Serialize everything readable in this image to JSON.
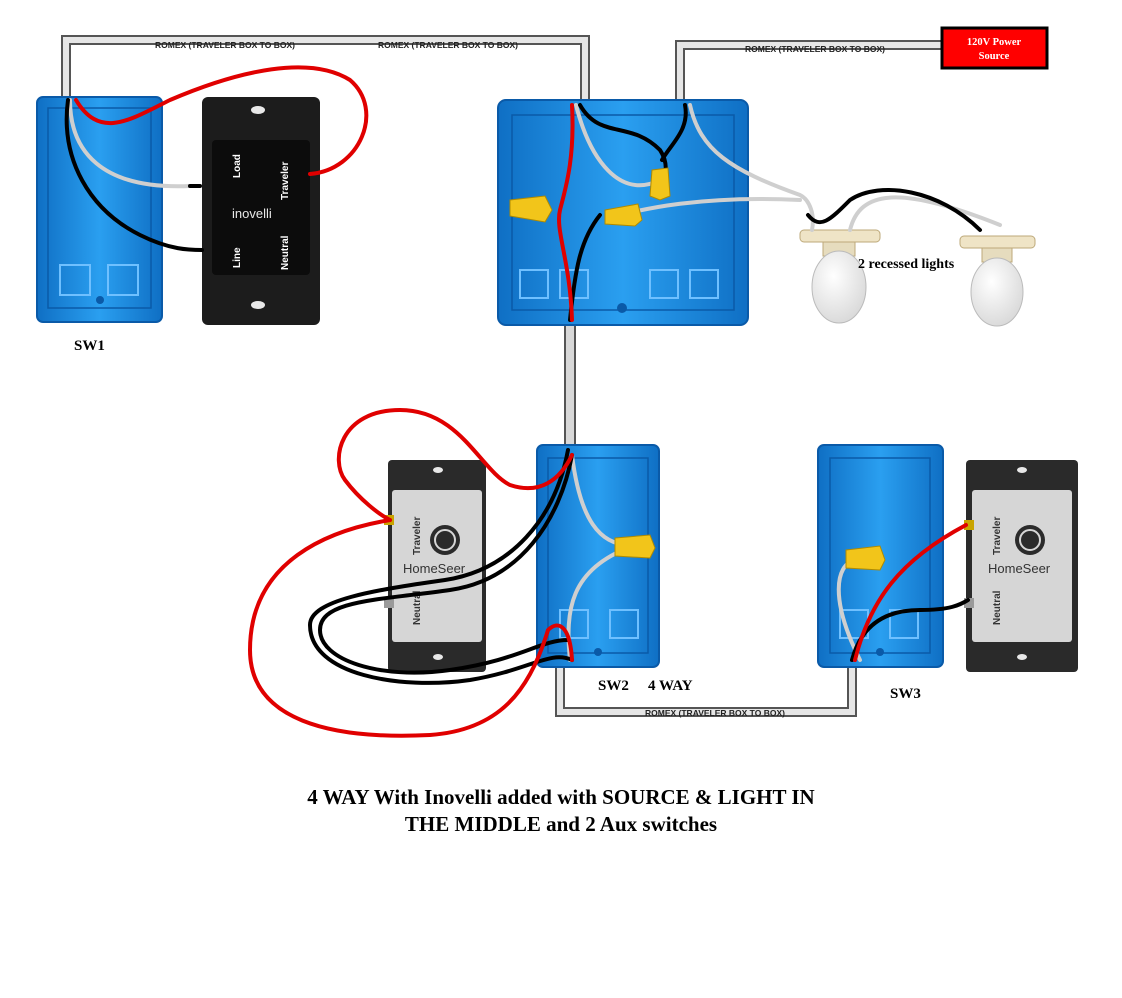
{
  "romex": {
    "top_left_1": "ROMEX (TRAVELER BOX TO BOX)",
    "top_left_2": "ROMEX (TRAVELER BOX TO BOX)",
    "top_right": "ROMEX (TRAVELER BOX TO BOX)",
    "bottom": "ROMEX (TRAVELER BOX TO BOX)"
  },
  "power_source": {
    "line1": "120V Power",
    "line2": "Source",
    "color": "#ff0000"
  },
  "switches": {
    "sw1": "SW1",
    "sw2": "SW2",
    "sw2_type": "4 WAY",
    "sw3": "SW3"
  },
  "inovelli": {
    "brand": "inovelli",
    "load": "Load",
    "traveler": "Traveler",
    "line": "Line",
    "neutral": "Neutral"
  },
  "homeseer_left": {
    "brand": "HomeSeer",
    "traveler": "Traveler",
    "neutral": "Neutral"
  },
  "homeseer_right": {
    "brand": "HomeSeer",
    "traveler": "Traveler",
    "neutral": "Neutral"
  },
  "lights_label": "2 recessed lights",
  "caption": {
    "line1": "4 WAY With Inovelli added with SOURCE & LIGHT IN",
    "line2": "THE MIDDLE and 2 Aux switches"
  },
  "colors": {
    "box_blue": "#1e8fe0",
    "wire_red": "#e00000",
    "wire_black": "#000000",
    "wire_white": "#e0e0e0",
    "romex_gray": "#7a7a7a",
    "wirenut_yellow": "#f2c51a"
  }
}
